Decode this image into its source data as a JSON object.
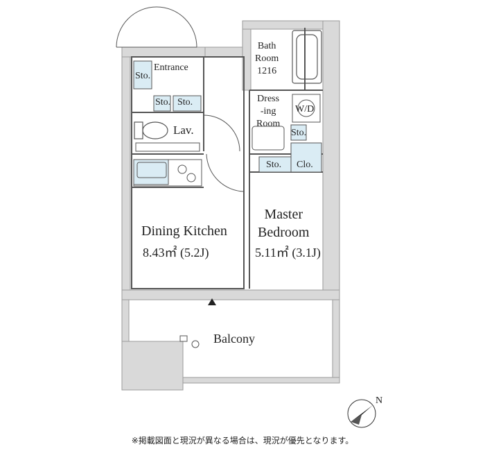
{
  "rooms": {
    "bathroom": "Bath",
    "bathroom_line2": "Room",
    "bathroom_line3": "1216",
    "entrance": "Entrance",
    "storage": "Sto.",
    "lavatory": "Lav.",
    "dressing_line1": "Dress",
    "dressing_line2": "-ing",
    "dressing_line3": "Room",
    "walk_in_closet": "W/D",
    "closet": "Clo.",
    "dining_kitchen": "Dining Kitchen",
    "dining_kitchen_area": "8.43㎡ (5.2J)",
    "master_bedroom_line1": "Master",
    "master_bedroom_line2": "Bedroom",
    "master_bedroom_area": "5.11㎡ (3.1J)",
    "balcony": "Balcony"
  },
  "compass": {
    "label": "N"
  },
  "footnote": "※掲載図面と現況が異なる場合は、現況が優先となります。",
  "colors": {
    "wall": "#d9d9d9",
    "wall_edge": "#9a9a9a",
    "storage_fill": "#daecf4",
    "line": "#555555"
  }
}
